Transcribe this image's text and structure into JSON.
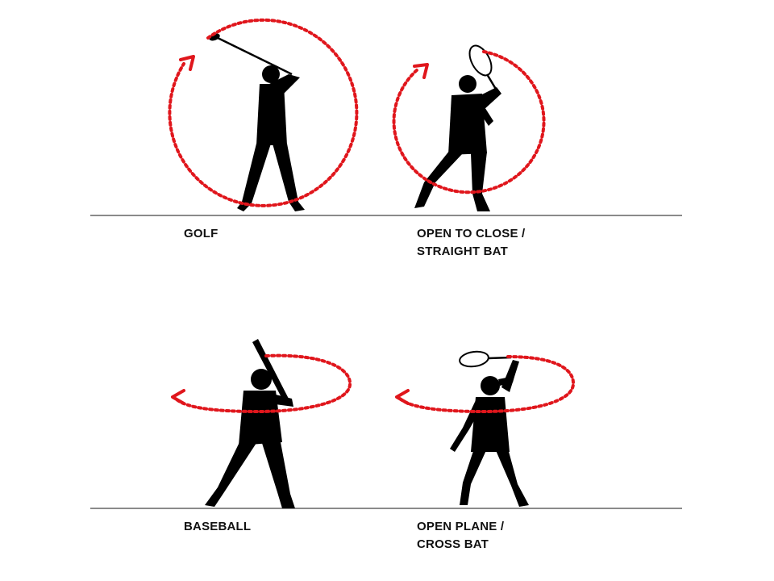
{
  "colors": {
    "arrow": "#e0161c",
    "silhouette": "#000000",
    "ground_line": "#444444",
    "background": "#ffffff"
  },
  "panels": [
    {
      "id": "golf",
      "label_lines": [
        "GOLF"
      ],
      "swing_plane": "vertical circle",
      "arrow_direction": "up-left"
    },
    {
      "id": "squash-straight",
      "label_lines": [
        "OPEN TO CLOSE /",
        "STRAIGHT BAT"
      ],
      "swing_plane": "vertical circle",
      "arrow_direction": "up-left"
    },
    {
      "id": "baseball",
      "label_lines": [
        "BASEBALL"
      ],
      "swing_plane": "horizontal ellipse",
      "arrow_direction": "left"
    },
    {
      "id": "squash-cross",
      "label_lines": [
        "OPEN PLANE /",
        "CROSS BAT"
      ],
      "swing_plane": "horizontal ellipse",
      "arrow_direction": "left"
    }
  ]
}
